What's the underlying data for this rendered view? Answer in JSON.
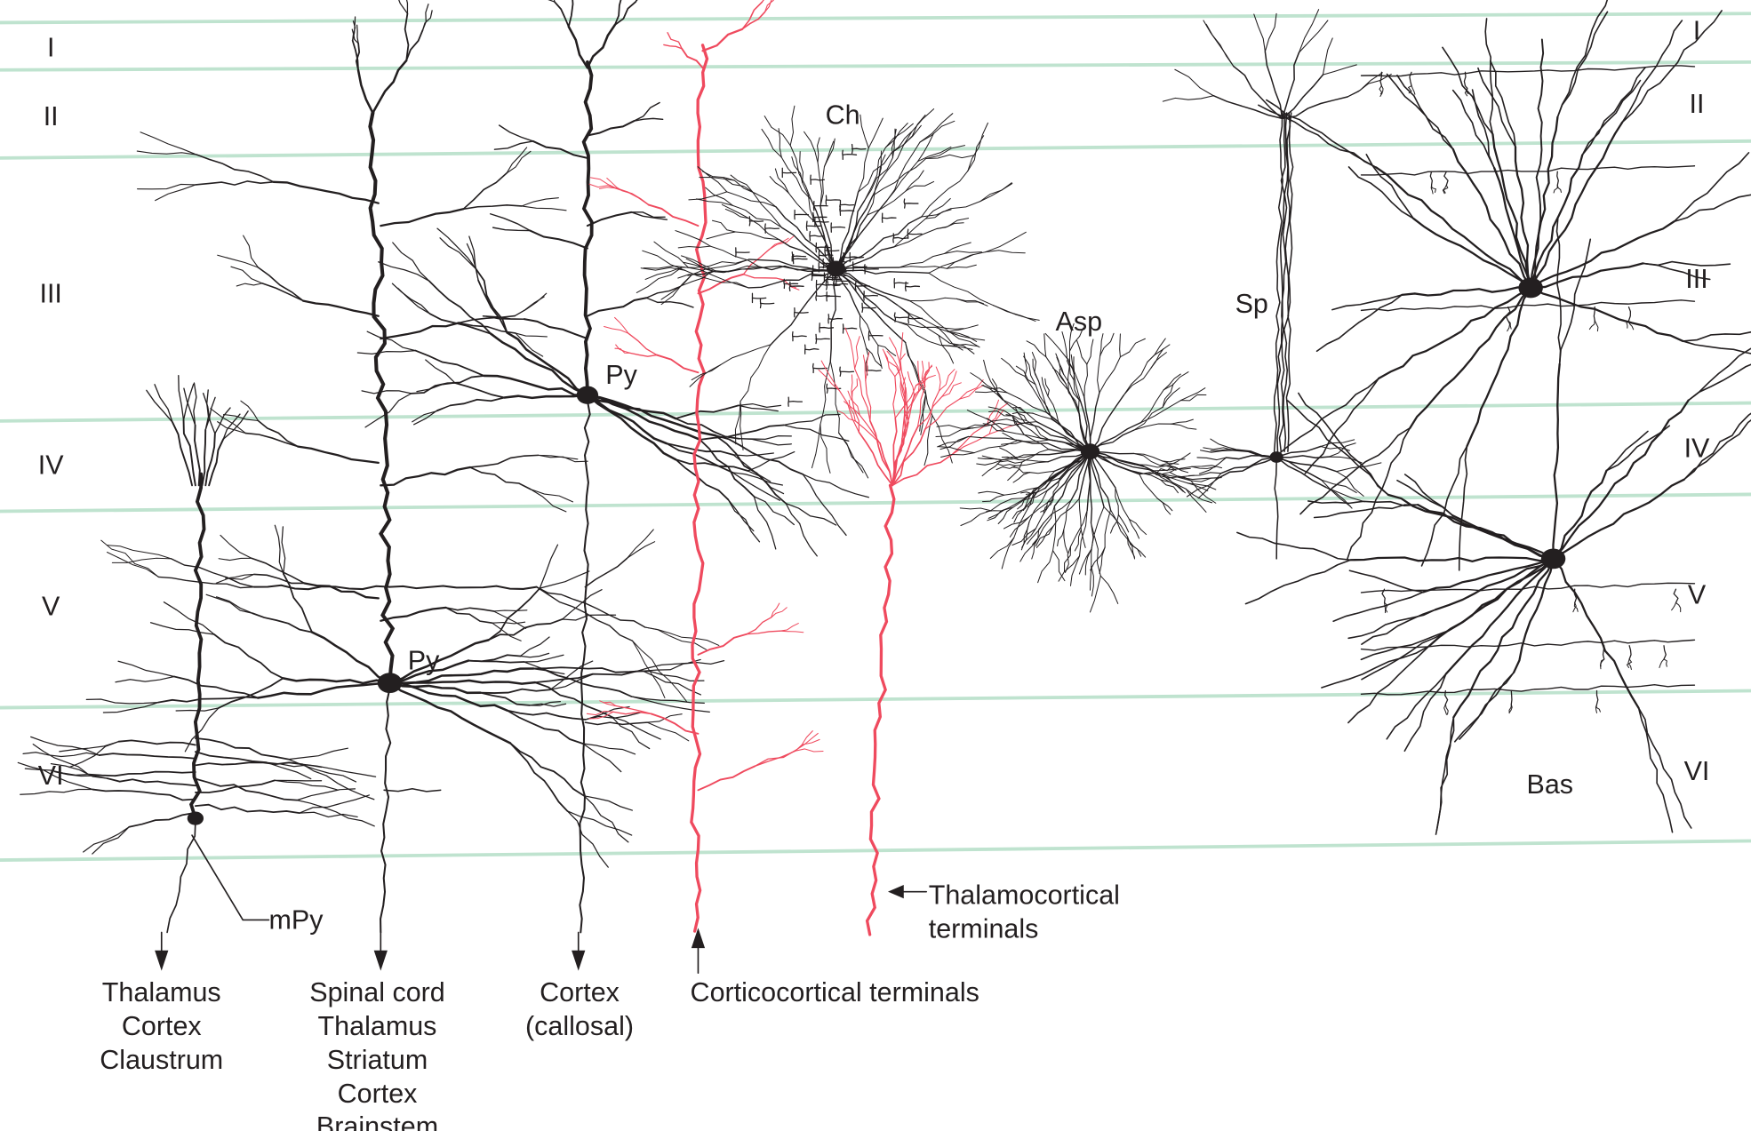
{
  "layers_left": [
    "I",
    "II",
    "III",
    "IV",
    "V",
    "VI"
  ],
  "layers_right": [
    "I",
    "II",
    "III",
    "IV",
    "V",
    "VI"
  ],
  "cell_labels": {
    "mpy": "mPy",
    "py_lower": "Py",
    "py_upper": "Py",
    "chandelier": "Ch",
    "aspiny": "Asp",
    "spiny": "Sp",
    "basket": "Bas"
  },
  "annotations": {
    "thalamocortical_1": "Thalamocortical",
    "thalamocortical_2": "terminals",
    "corticocortical": "Corticocortical terminals"
  },
  "projections": {
    "mpy": [
      "Thalamus",
      "Cortex",
      "Claustrum"
    ],
    "py_lower": [
      "Spinal cord",
      "Thalamus",
      "Striatum",
      "Cortex",
      "Brainstem"
    ],
    "py_upper": [
      "Cortex",
      "(callosal)"
    ]
  },
  "colors": {
    "layer_line": "#bfe3cf",
    "neuron": "#231f20",
    "afferent": "#ef4a5e"
  }
}
